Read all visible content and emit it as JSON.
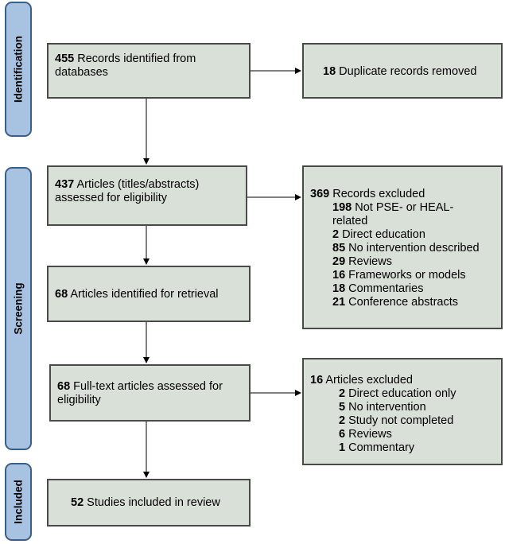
{
  "phases": {
    "identification": "Identification",
    "screening": "Screening",
    "included": "Included"
  },
  "records_identified": {
    "count": "455",
    "text": "Records identified from databases"
  },
  "duplicates_removed": {
    "count": "18",
    "text": "Duplicate records removed"
  },
  "articles_assessed": {
    "count": "437",
    "text": "Articles (titles/abstracts) assessed for eligibility"
  },
  "records_excluded": {
    "count": "369",
    "text": "Records excluded",
    "items": [
      {
        "count": "198",
        "text": "Not PSE- or HEAL-",
        "cont": "related"
      },
      {
        "count": "2",
        "text": "Direct education"
      },
      {
        "count": "85",
        "text": "No intervention described"
      },
      {
        "count": "29",
        "text": "Reviews"
      },
      {
        "count": "16",
        "text": "Frameworks or models"
      },
      {
        "count": "18",
        "text": "Commentaries"
      },
      {
        "count": "21",
        "text": "Conference abstracts"
      }
    ]
  },
  "articles_retrieval": {
    "count": "68",
    "text": "Articles identified for retrieval"
  },
  "fulltext_assessed": {
    "count": "68",
    "text": "Full-text articles assessed for eligibility"
  },
  "articles_excluded": {
    "count": "16",
    "text": "Articles excluded",
    "items": [
      {
        "count": "2",
        "text": "Direct education only"
      },
      {
        "count": "5",
        "text": "No intervention"
      },
      {
        "count": "2",
        "text": "Study not completed"
      },
      {
        "count": "6",
        "text": "Reviews"
      },
      {
        "count": "1",
        "text": "Commentary"
      }
    ]
  },
  "studies_included": {
    "count": "52",
    "text": "Studies included in review"
  }
}
